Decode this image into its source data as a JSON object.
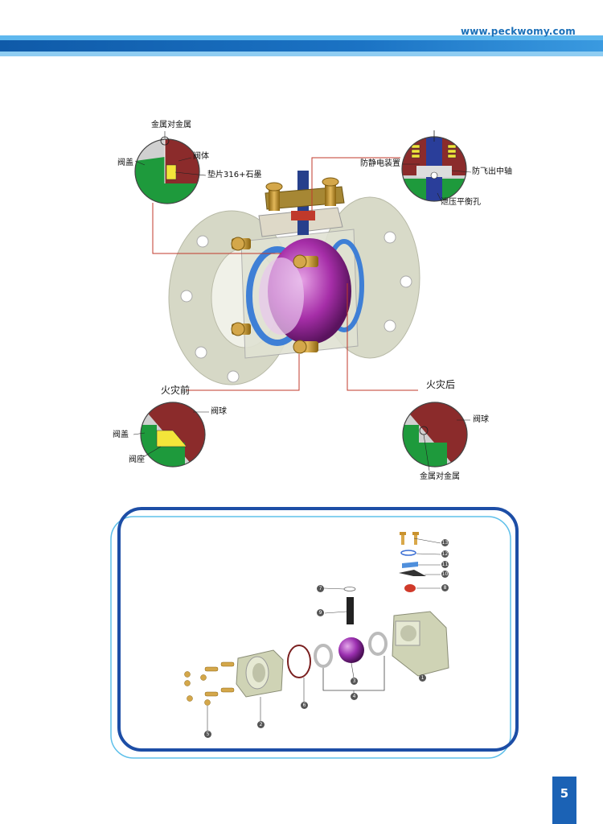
{
  "header": {
    "website": "www.peckwomy.com",
    "colors": {
      "band_dark": "#1566b3",
      "band_light": "#5fb8ee"
    }
  },
  "top_diagram": {
    "callout_top_left": {
      "metal_to_metal": "金属对金属",
      "valve_cover": "阀盖",
      "valve_body": "阀体",
      "gasket": "垫片316+石墨"
    },
    "callout_top_right": {
      "anti_static": "防静电装置",
      "blowout_proof_stem": "防飞出中轴",
      "pressure_relief_hole": "泄压平衡孔"
    },
    "before_fire": "火灾前",
    "after_fire": "火灾后",
    "callout_bottom_left": {
      "ball": "阀球",
      "valve_cover": "阀盖",
      "seat": "阀座"
    },
    "callout_bottom_right": {
      "ball": "阀球",
      "metal_to_metal": "金属对金属"
    }
  },
  "exploded_view": {
    "part_numbers": [
      "13",
      "12",
      "11",
      "10",
      "8",
      "7",
      "9",
      "3",
      "4",
      "6",
      "2",
      "5",
      "1"
    ]
  },
  "page": {
    "number": "5"
  }
}
